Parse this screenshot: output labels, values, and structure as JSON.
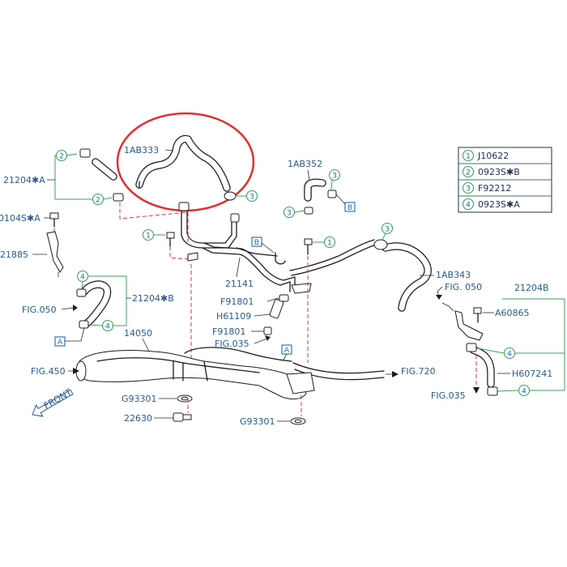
{
  "legend": [
    {
      "num": "1",
      "code": "J10622"
    },
    {
      "num": "2",
      "code": "0923S✱B"
    },
    {
      "num": "3",
      "code": "F92212"
    },
    {
      "num": "4",
      "code": "0923S✱A"
    }
  ],
  "labels": {
    "l_1ab333": "1AB333",
    "l_1ab352": "1AB352",
    "l_21204a": "21204✱A",
    "l_0104sa": "0104S✱A",
    "l_21885": "21885",
    "l_21204b_left": "21204✱B",
    "l_fig050_left": "FIG.050",
    "l_14050": "14050",
    "l_fig450": "FIG.450",
    "l_g93301_left": "G93301",
    "l_22630": "22630",
    "l_21141": "21141",
    "l_h61109": "H61109",
    "l_f91801": "F91801",
    "l_fig035_mid": "FIG.035",
    "l_g93301_bottom": "G93301",
    "l_fig720": "FIG.720",
    "l_1ab343": "1AB343",
    "l_fig050_right": "FIG. 050",
    "l_21204b_right": "21204B",
    "l_a60865": "A60865",
    "l_h607241": "H607241",
    "l_fig035_right": "FIG.035",
    "l_front": "FRONT"
  },
  "markers": {
    "a": "A",
    "b": "B",
    "n1": "1",
    "n2": "2",
    "n3": "3",
    "n4": "4"
  },
  "highlight_color": "#e03030",
  "accent_color": "#3aa35a",
  "label_color": "#1a6bb0"
}
